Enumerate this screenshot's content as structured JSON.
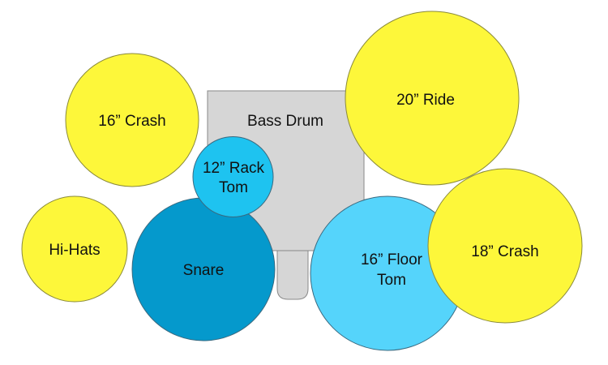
{
  "diagram": {
    "colors": {
      "cymbal": "#fdf73a",
      "snare": "#0599cc",
      "tom": "#1ec3f0",
      "floor_tom": "#55d4fb",
      "bass_drum": "#d6d6d6"
    },
    "pieces": {
      "crash16": {
        "line1": "16” Crash"
      },
      "bass_drum": {
        "line1": "Bass Drum"
      },
      "rack_tom": {
        "line1": "12” Rack",
        "line2": "Tom"
      },
      "hi_hats": {
        "line1": "Hi-Hats"
      },
      "snare": {
        "line1": "Snare"
      },
      "ride": {
        "line1": "20” Ride"
      },
      "floor_tom": {
        "line1": "16” Floor",
        "line2": "Tom"
      },
      "crash18": {
        "line1": "18” Crash"
      }
    }
  }
}
